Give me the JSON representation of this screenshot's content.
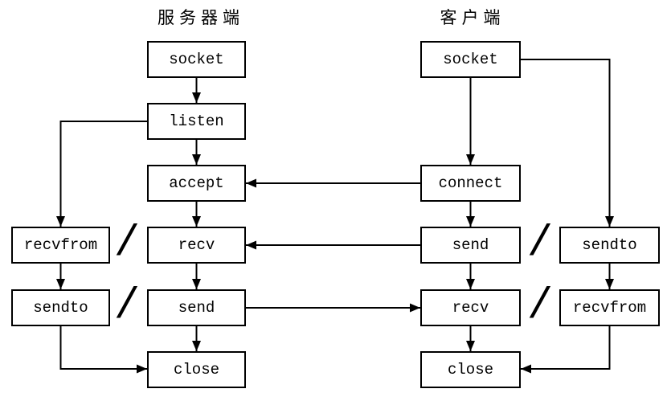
{
  "headers": {
    "server": "服务器端",
    "client": "客户端"
  },
  "nodes": {
    "server_socket": "socket",
    "server_listen": "listen",
    "server_accept": "accept",
    "server_recv": "recv",
    "server_send": "send",
    "server_close": "close",
    "client_socket": "socket",
    "client_connect": "connect",
    "client_send": "send",
    "client_recv": "recv",
    "client_close": "close",
    "udp_left_recvfrom": "recvfrom",
    "udp_left_sendto": "sendto",
    "udp_right_sendto": "sendto",
    "udp_right_recvfrom": "recvfrom"
  },
  "separators": {
    "slash": "/"
  },
  "colors": {
    "line": "#000000",
    "box_fill": "#ffffff",
    "background": "#ffffff"
  },
  "edges": [
    {
      "from": "server_socket",
      "to": "server_listen"
    },
    {
      "from": "server_listen",
      "to": "server_accept"
    },
    {
      "from": "server_accept",
      "to": "server_recv"
    },
    {
      "from": "server_recv",
      "to": "server_send"
    },
    {
      "from": "server_send",
      "to": "server_close"
    },
    {
      "from": "server_listen",
      "to": "udp_left_recvfrom"
    },
    {
      "from": "udp_left_recvfrom",
      "to": "udp_left_sendto"
    },
    {
      "from": "udp_left_sendto",
      "to": "server_close"
    },
    {
      "from": "client_socket",
      "to": "client_connect"
    },
    {
      "from": "client_connect",
      "to": "server_accept"
    },
    {
      "from": "client_connect",
      "to": "client_send"
    },
    {
      "from": "client_send",
      "to": "server_recv"
    },
    {
      "from": "client_send",
      "to": "client_recv"
    },
    {
      "from": "server_send",
      "to": "client_recv"
    },
    {
      "from": "client_recv",
      "to": "client_close"
    },
    {
      "from": "client_socket",
      "to": "udp_right_sendto"
    },
    {
      "from": "udp_right_sendto",
      "to": "udp_right_recvfrom"
    },
    {
      "from": "udp_right_recvfrom",
      "to": "client_close"
    }
  ]
}
